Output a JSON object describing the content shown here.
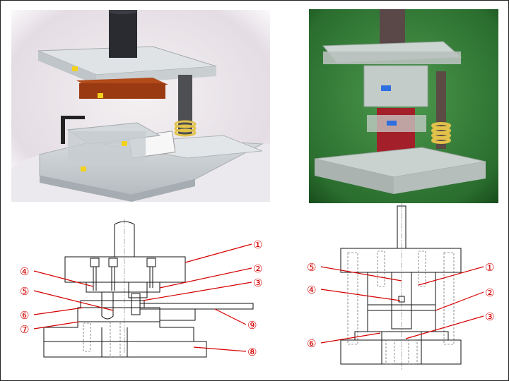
{
  "colors": {
    "accent": "#d40000",
    "lineart": "#111111",
    "photo_left_bg": "#e9e4ea",
    "photo_right_bg": "#2f7a33"
  },
  "photos": [
    {
      "id": "photo-left",
      "description_icon": "die-set-photo-icon"
    },
    {
      "id": "photo-right",
      "description_icon": "die-set-photo-icon"
    }
  ],
  "drawing_left": {
    "callouts": [
      "①",
      "②",
      "③",
      "④",
      "⑤",
      "⑥",
      "⑦",
      "⑧",
      "⑨"
    ]
  },
  "drawing_right": {
    "callouts": [
      "①",
      "②",
      "③",
      "④",
      "⑤",
      "⑥"
    ]
  }
}
